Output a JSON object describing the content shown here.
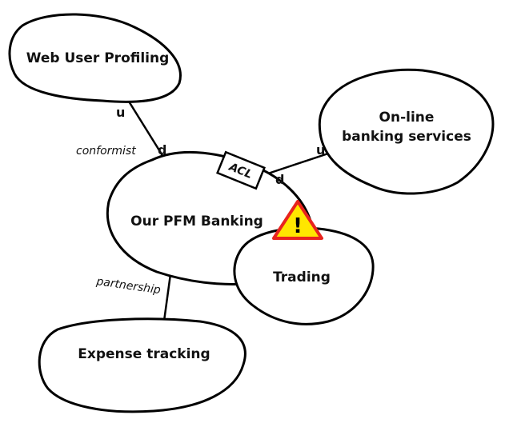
{
  "colors": {
    "stroke": "#000000",
    "fill": "#ffffff",
    "warning_fill": "#ffe600",
    "warning_border": "#e8231e"
  },
  "contexts": {
    "web_user_profiling": "Web User Profiling",
    "online_banking_line1": "On-line",
    "online_banking_line2": "banking services",
    "pfm_banking": "Our PFM Banking",
    "trading": "Trading",
    "expense_tracking": "Expense tracking"
  },
  "relationships": {
    "conformist": "conformist",
    "partnership": "partnership",
    "acl": "ACL",
    "upstream": "u",
    "downstream": "d"
  },
  "warning": {
    "icon": "warning-triangle-icon",
    "mark": "!"
  }
}
